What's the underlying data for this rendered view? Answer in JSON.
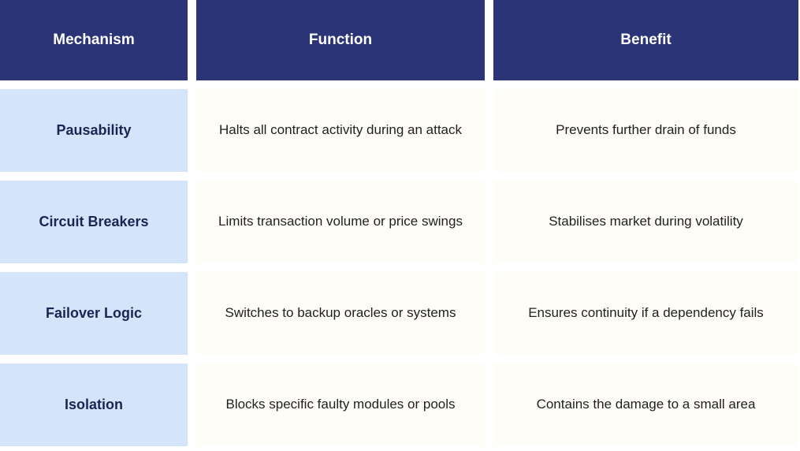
{
  "table": {
    "columns": [
      {
        "id": "mechanism",
        "label": "Mechanism"
      },
      {
        "id": "function",
        "label": "Function"
      },
      {
        "id": "benefit",
        "label": "Benefit"
      }
    ],
    "rows": [
      {
        "mechanism": "Pausability",
        "function": "Halts all contract activity during an attack",
        "benefit": "Prevents further drain of funds"
      },
      {
        "mechanism": "Circuit Breakers",
        "function": "Limits transaction volume or price swings",
        "benefit": "Stabilises market during volatility"
      },
      {
        "mechanism": "Failover Logic",
        "function": "Switches to backup oracles or systems",
        "benefit": "Ensures continuity if a dependency fails"
      },
      {
        "mechanism": "Isolation",
        "function": "Blocks specific faulty modules or pools",
        "benefit": "Contains the damage to a small area"
      }
    ]
  },
  "colors": {
    "header_background": "#2B3477",
    "header_text": "#FFFFFF",
    "mechanism_cell_background": "#D4E4FB",
    "mechanism_cell_text": "#1D2352",
    "body_cell_background": "#FFFDF8",
    "body_cell_text": "#1F1F1F",
    "page_background": "#FFFFFF"
  }
}
